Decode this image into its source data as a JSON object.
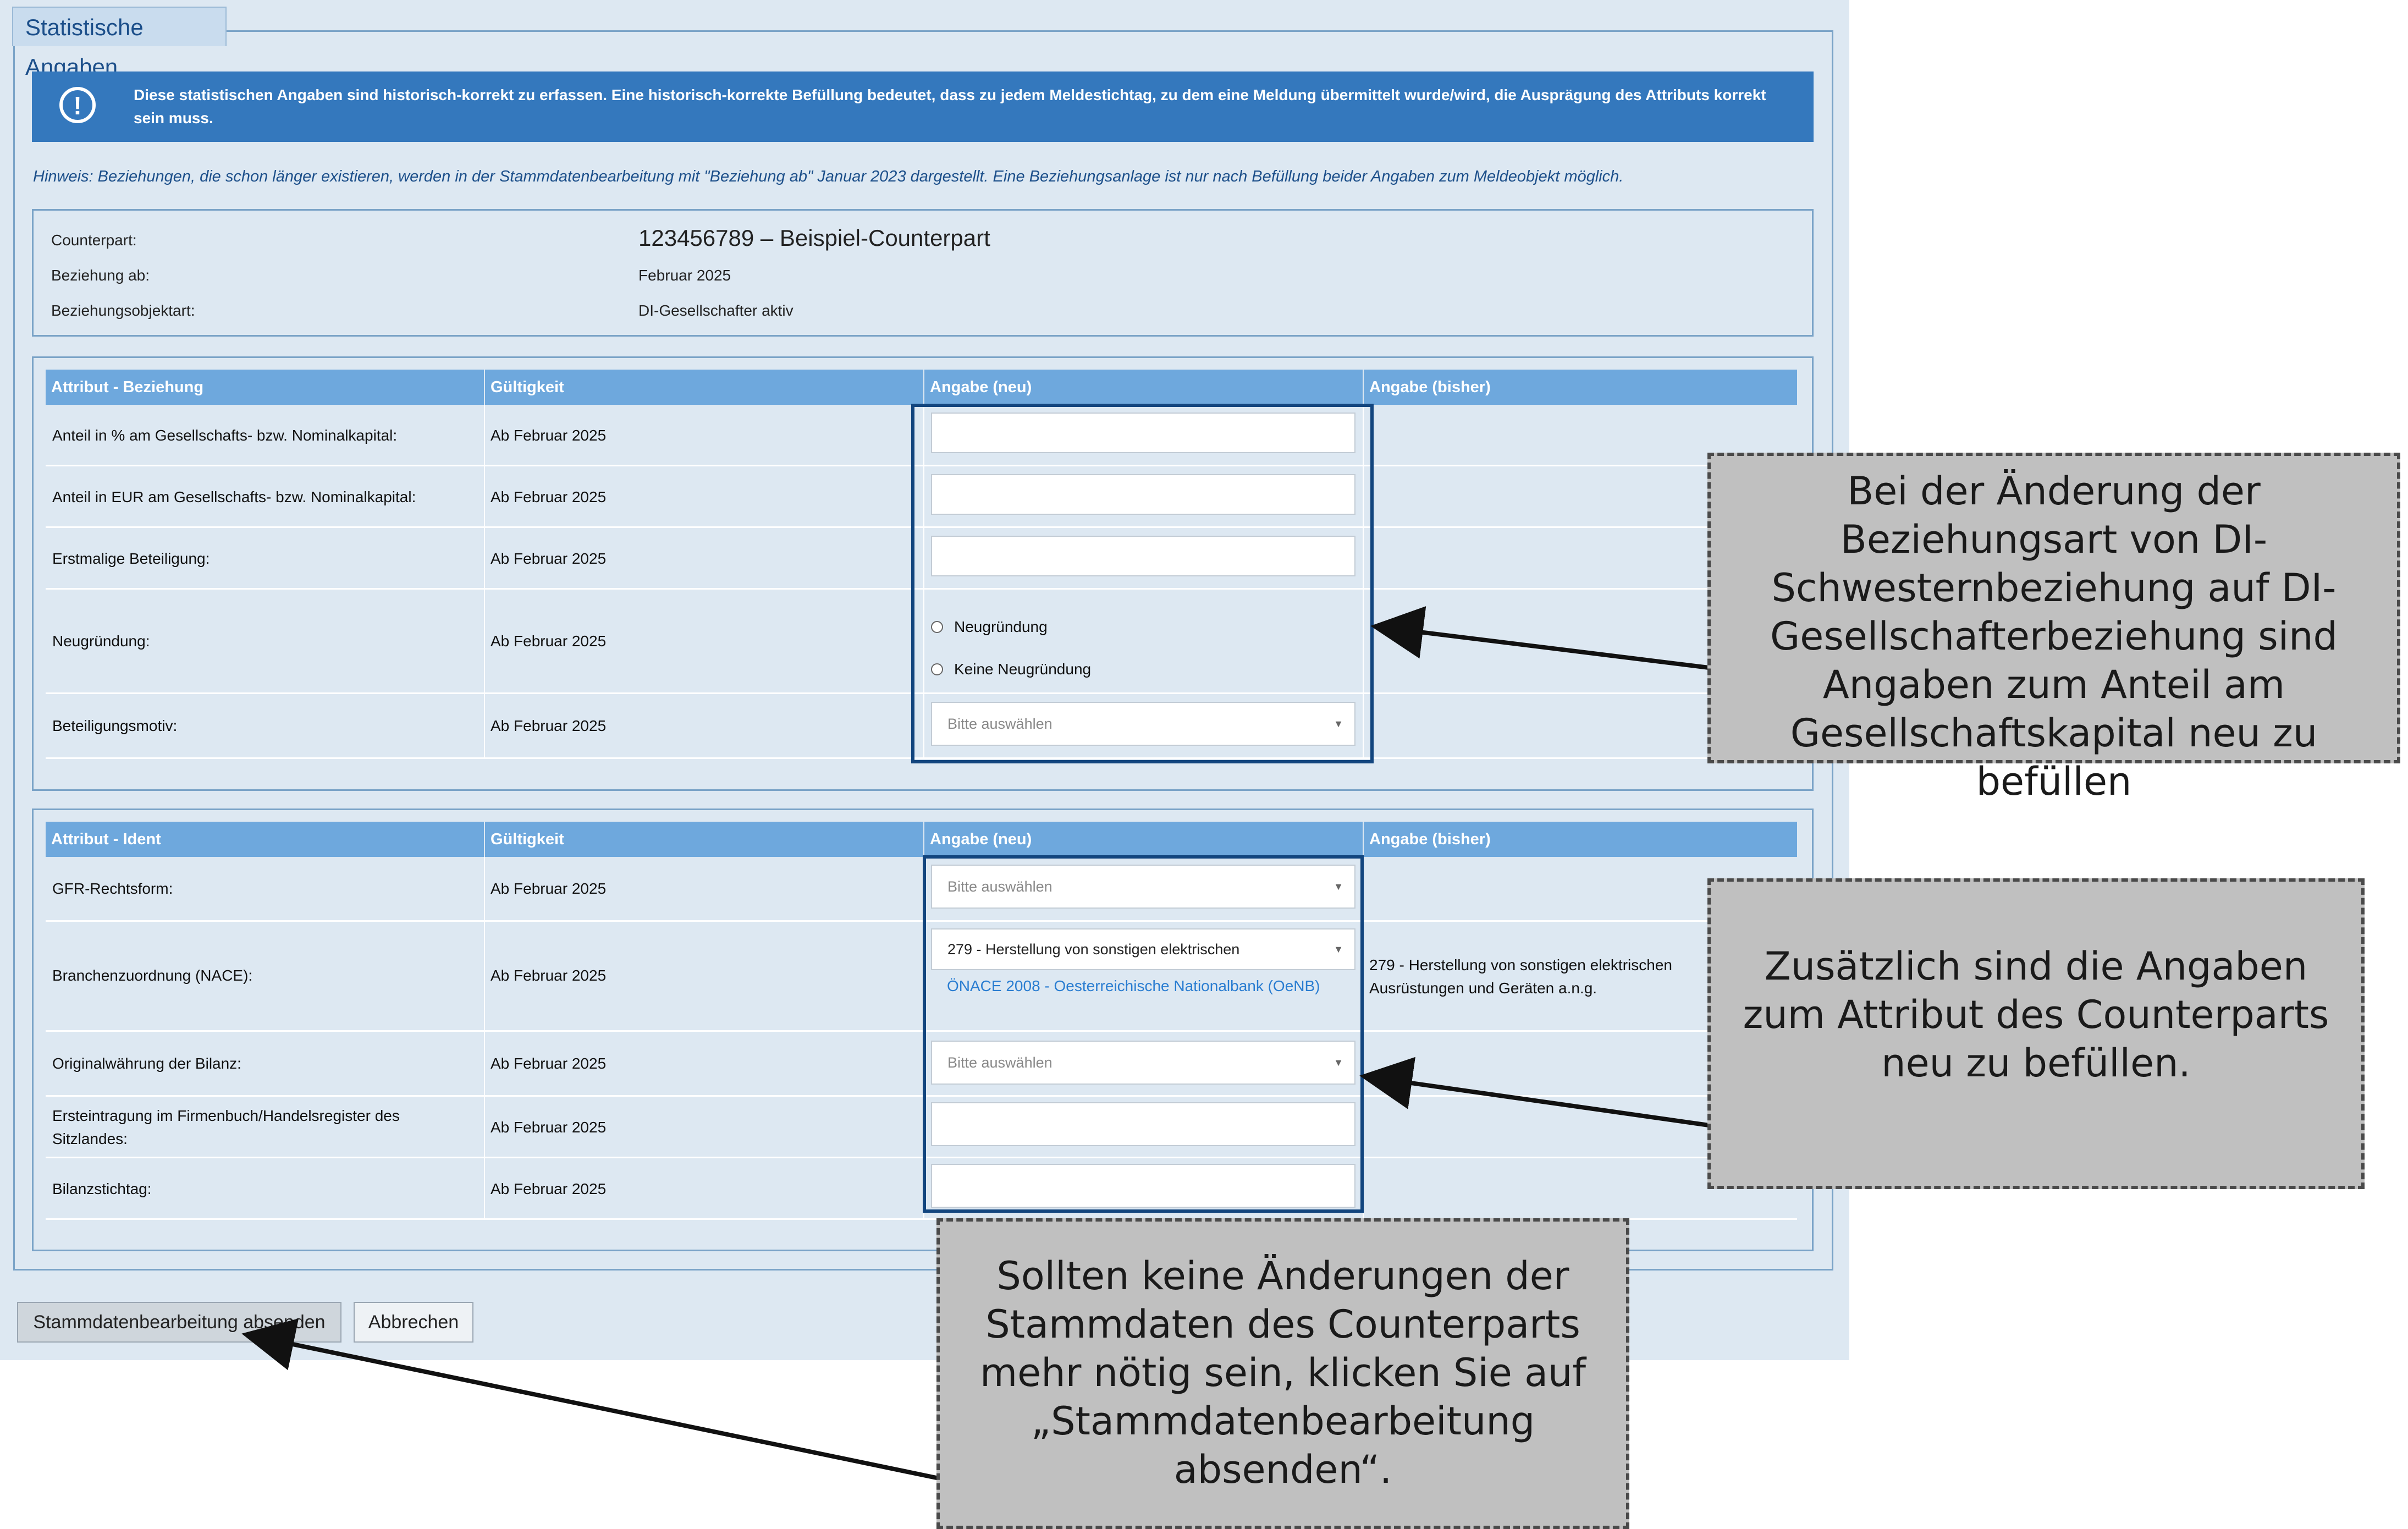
{
  "section_title": "Statistische Angaben",
  "info_text": "Diese statistischen Angaben sind historisch-korrekt zu erfassen. Eine historisch-korrekte Befüllung bedeutet, dass zu jedem Meldestichtag, zu dem eine Meldung übermittelt wurde/wird, die Ausprägung des Attributs korrekt sein muss.",
  "hint_text": "Hinweis: Beziehungen, die schon länger existieren, werden in der Stammdatenbearbeitung mit \"Beziehung ab\" Januar 2023 dargestellt. Eine Beziehungsanlage ist nur nach Befüllung beider Angaben zum Meldeobjekt möglich.",
  "counterpart": {
    "label_counterpart": "Counterpart:",
    "value_counterpart": "123456789 – Beispiel-Counterpart",
    "label_beziehung_ab": "Beziehung ab:",
    "value_beziehung_ab": "Februar 2025",
    "label_objektart": "Beziehungsobjektart:",
    "value_objektart": "DI-Gesellschafter aktiv"
  },
  "table1": {
    "headers": [
      "Attribut - Beziehung",
      "Gültigkeit",
      "Angabe (neu)",
      "Angabe (bisher)"
    ],
    "rows": [
      {
        "attr": "Anteil in % am Gesellschafts- bzw. Nominalkapital:",
        "valid": "Ab Februar 2025"
      },
      {
        "attr": "Anteil in EUR am Gesellschafts- bzw. Nominalkapital:",
        "valid": "Ab Februar 2025"
      },
      {
        "attr": "Erstmalige Beteiligung:",
        "valid": "Ab Februar 2025"
      },
      {
        "attr": "Neugründung:",
        "valid": "Ab Februar 2025"
      },
      {
        "attr": "Beteiligungsmotiv:",
        "valid": "Ab Februar 2025"
      }
    ],
    "radio_options": [
      "Neugründung",
      "Keine Neugründung"
    ],
    "select_placeholder": "Bitte auswählen"
  },
  "table2": {
    "headers": [
      "Attribut - Ident",
      "Gültigkeit",
      "Angabe (neu)",
      "Angabe (bisher)"
    ],
    "rows": [
      {
        "attr": "GFR-Rechtsform:",
        "valid": "Ab Februar 2025"
      },
      {
        "attr": "Branchenzuordnung (NACE):",
        "valid": "Ab Februar 2025"
      },
      {
        "attr": "Originalwährung der Bilanz:",
        "valid": "Ab Februar 2025"
      },
      {
        "attr": "Ersteintragung im Firmenbuch/Handelsregister des Sitzlandes:",
        "valid": "Ab Februar 2025"
      },
      {
        "attr": "Bilanzstichtag:",
        "valid": "Ab Februar 2025"
      }
    ],
    "select_placeholder": "Bitte auswählen",
    "nace_value": "279 - Herstellung von sonstigen elektrischen",
    "nace_link": "ÖNACE 2008 - Oesterreichische Nationalbank (OeNB)",
    "nace_previous": "279 - Herstellung von sonstigen elektrischen Ausrüstungen und Geräten a.n.g."
  },
  "buttons": {
    "submit": "Stammdatenbearbeitung absenden",
    "cancel": "Abbrechen"
  },
  "callouts": {
    "c1": "Bei der Änderung der Beziehungsart von DI-Schwesternbeziehung auf DI-Gesellschafterbeziehung sind Angaben zum Anteil am Gesellschaftskapital neu zu befüllen",
    "c2": "Zusätzlich sind die Angaben zum Attribut des Counterparts neu zu befüllen.",
    "c3": "Sollten keine Änderungen der Stammdaten des Counterparts mehr nötig sein, klicken Sie auf „Stammdatenbearbeitung absenden“."
  },
  "colors": {
    "panel_bg": "#dde8f2",
    "info_bg": "#3478bd",
    "table_header": "#6ea8dd",
    "highlight_border": "#12457e",
    "callout_bg": "#c0c0c0"
  }
}
